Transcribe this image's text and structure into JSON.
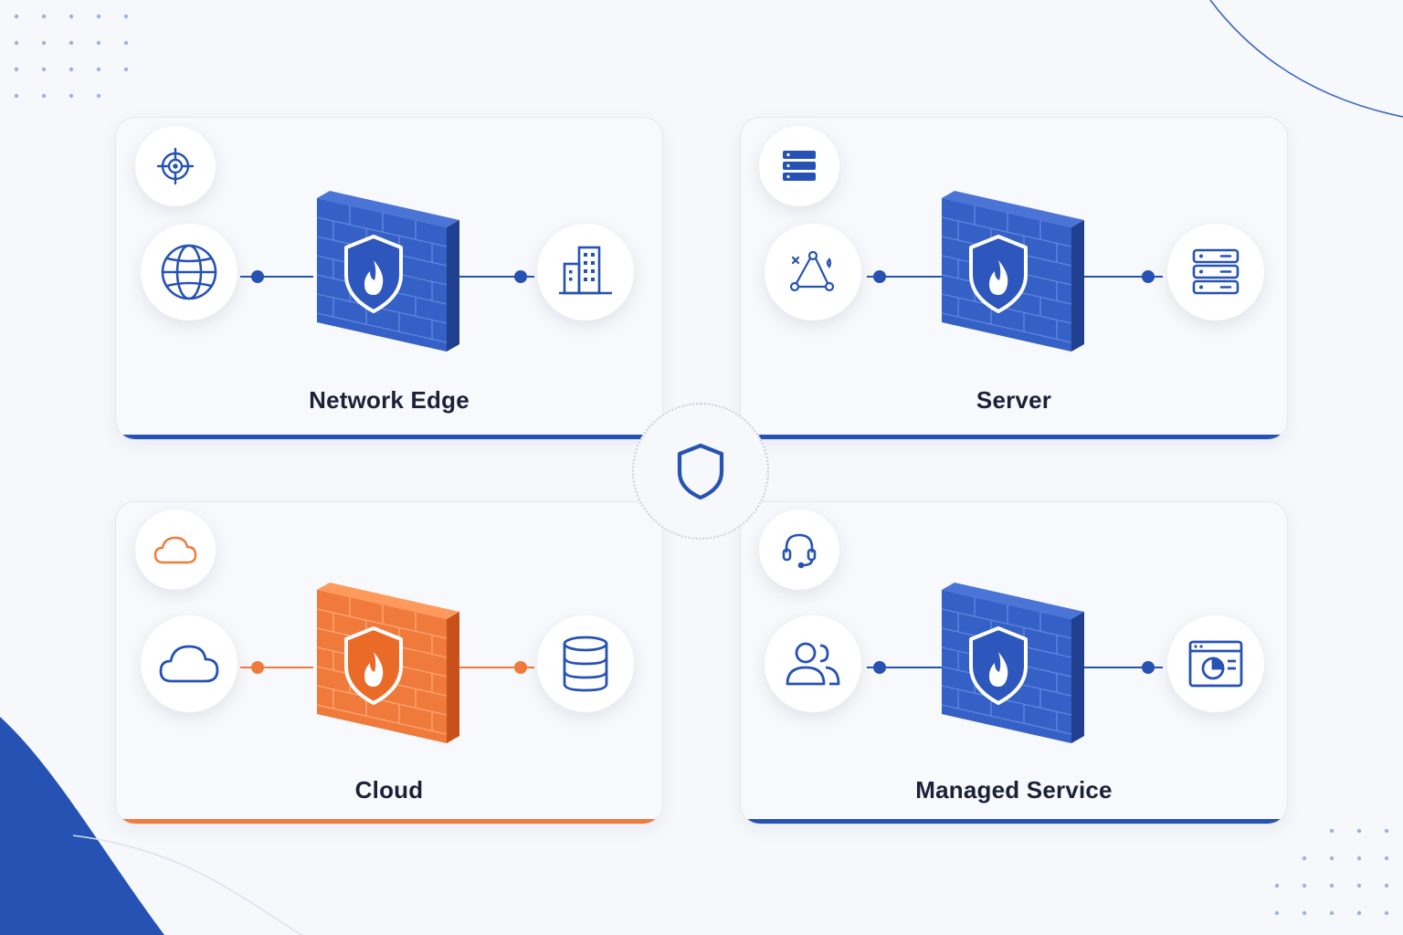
{
  "colors": {
    "blue": "#2652b3",
    "orange": "#f07a3c",
    "dark_text": "#1b2238",
    "background": "#f6f8fb"
  },
  "center": {
    "icon": "shield-icon"
  },
  "panels": [
    {
      "label": "Network Edge",
      "accent": "blue",
      "corner_icon": "crosshair-target-icon",
      "left_icon": "globe-icon",
      "right_icon": "office-building-icon",
      "wall_icon": "shield-flame-icon"
    },
    {
      "label": "Server",
      "accent": "blue",
      "corner_icon": "server-rack-icon",
      "left_icon": "network-nodes-icon",
      "right_icon": "server-stack-icon",
      "wall_icon": "shield-flame-icon"
    },
    {
      "label": "Cloud",
      "accent": "orange",
      "corner_icon": "cloud-icon",
      "left_icon": "cloud-icon",
      "right_icon": "database-icon",
      "wall_icon": "shield-flame-icon"
    },
    {
      "label": "Managed Service",
      "accent": "blue",
      "corner_icon": "headset-icon",
      "left_icon": "users-icon",
      "right_icon": "dashboard-window-icon",
      "wall_icon": "shield-flame-icon"
    }
  ]
}
